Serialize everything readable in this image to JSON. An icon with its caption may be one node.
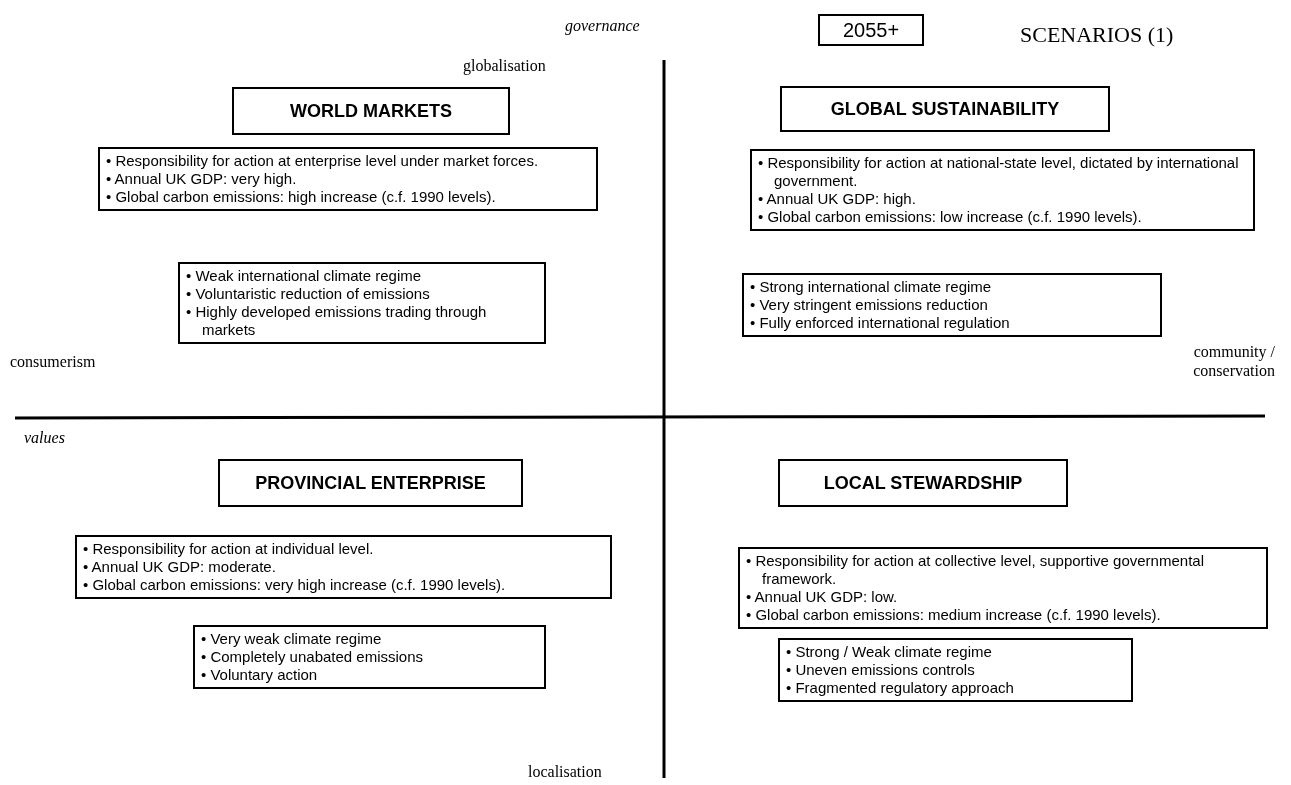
{
  "diagram": {
    "title": "SCENARIOS (1)",
    "nodes": [
      {
        "text": [
          "2055+"
        ]
      },
      {
        "text": [
          "WORLD MARKETS"
        ]
      },
      {
        "text": [
          "• Responsibility for action at enterprise level under market forces.",
          "• Annual UK GDP: very high.",
          "• Global carbon emissions: high increase (c.f. 1990 levels)."
        ]
      },
      {
        "text": [
          "• Weak international climate regime",
          "• Voluntaristic reduction of emissions",
          "• Highly developed emissions trading through markets"
        ]
      },
      {
        "text": [
          "GLOBAL SUSTAINABILITY"
        ]
      },
      {
        "text": [
          "• Responsibility for action at national-state level, dictated by international government.",
          "• Annual UK GDP: high.",
          "• Global carbon emissions: low increase (c.f. 1990 levels)."
        ]
      },
      {
        "text": [
          "• Strong international climate regime",
          "• Very stringent emissions reduction",
          "• Fully enforced international regulation"
        ]
      },
      {
        "text": [
          "PROVINCIAL ENTERPRISE"
        ]
      },
      {
        "text": [
          "• Responsibility for action at individual level.",
          "• Annual UK GDP: moderate.",
          "• Global carbon emissions: very high increase (c.f. 1990 levels)."
        ]
      },
      {
        "text": [
          "• Very weak climate regime",
          "• Completely unabated emissions",
          "• Voluntary action"
        ]
      },
      {
        "text": [
          "LOCAL STEWARDSHIP"
        ]
      },
      {
        "text": [
          "• Responsibility for action at collective level, supportive governmental framework.",
          "• Annual UK GDP: low.",
          "• Global carbon emissions: medium increase (c.f. 1990 levels)."
        ]
      },
      {
        "text": [
          "• Strong / Weak climate regime",
          "• Uneven emissions controls",
          "• Fragmented regulatory approach"
        ]
      }
    ],
    "edges": [],
    "labels": [
      "governance",
      "globalisation",
      "consumerism",
      "community / conservation",
      "values",
      "localisation"
    ]
  }
}
